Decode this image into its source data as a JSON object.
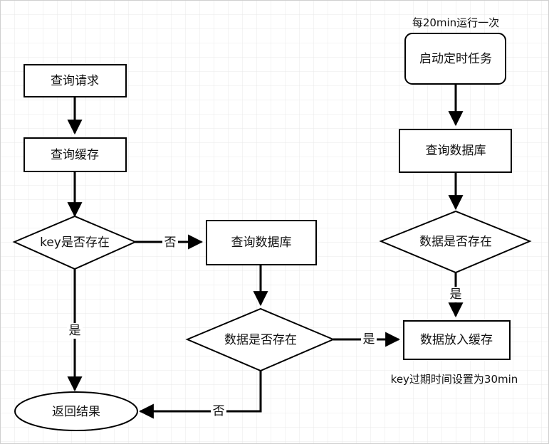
{
  "nodes": {
    "query_request": "查询请求",
    "query_cache": "查询缓存",
    "key_exists": "key是否存在",
    "query_db_left": "查询数据库",
    "data_exists_left": "数据是否存在",
    "return_result": "返回结果",
    "start_timer": "启动定时任务",
    "query_db_right": "查询数据库",
    "data_exists_right": "数据是否存在",
    "put_into_cache": "数据放入缓存"
  },
  "edge_labels": {
    "key_no": "否",
    "key_yes": "是",
    "data_left_yes": "是",
    "data_left_no": "否",
    "data_right_yes": "是"
  },
  "annotations": {
    "schedule": "每20min运行一次",
    "expire": "key过期时间设置为30min"
  },
  "colors": {
    "stroke": "#000000",
    "grid": "#e6e6e6",
    "text": "#111111"
  }
}
